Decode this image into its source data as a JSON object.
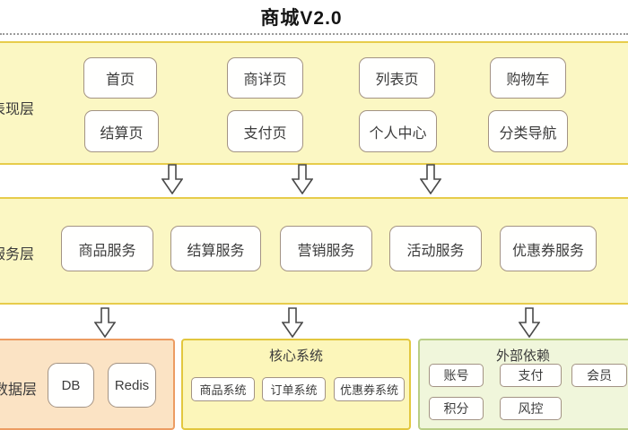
{
  "title": "商城V2.0",
  "layers": {
    "presentation": {
      "label": "表现层",
      "row1": [
        "首页",
        "商详页",
        "列表页",
        "购物车"
      ],
      "row2": [
        "结算页",
        "支付页",
        "个人中心",
        "分类导航"
      ]
    },
    "service": {
      "label": "服务层",
      "boxes": [
        "商品服务",
        "结算服务",
        "营销服务",
        "活动服务",
        "优惠券服务"
      ]
    },
    "data": {
      "label": "数据层",
      "boxes": [
        "DB",
        "Redis"
      ]
    },
    "core": {
      "title": "核心系统",
      "boxes": [
        "商品系统",
        "订单系统",
        "优惠券系统"
      ]
    },
    "external": {
      "title": "外部依赖",
      "row1": [
        "账号",
        "支付",
        "会员"
      ],
      "row2": [
        "积分",
        "风控"
      ]
    }
  },
  "icons": {
    "flow_arrows": "down-arrow-icon"
  },
  "colors": {
    "band_fill": "#fbf7c3",
    "band_border": "#e7cc4b",
    "node_border": "#a39384",
    "data_panel_fill": "#fbe3c4",
    "data_panel_border": "#ec9c62",
    "core_panel_fill": "#fcf6ba",
    "core_panel_border": "#e2c73e",
    "external_panel_fill": "#f0f6db",
    "external_panel_border": "#b9ce86",
    "arrow_outline": "#4a4a4a",
    "divider": "#9a9a9a",
    "text": "#3a3a3a"
  }
}
